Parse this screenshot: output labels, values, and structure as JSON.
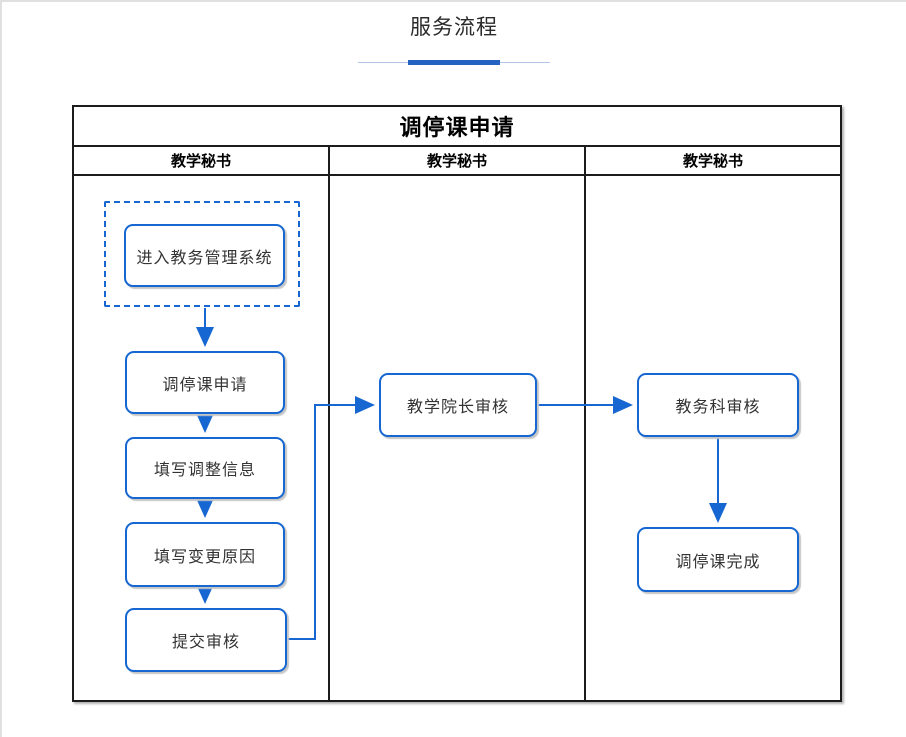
{
  "page": {
    "title": "服务流程"
  },
  "flowchart": {
    "title": "调停课申请",
    "lanes": [
      {
        "label": "教学秘书"
      },
      {
        "label": "教学秘书"
      },
      {
        "label": "教学秘书"
      }
    ],
    "nodes": [
      {
        "id": "enter-system",
        "label": "进入教务管理系统"
      },
      {
        "id": "apply",
        "label": "调停课申请"
      },
      {
        "id": "fill-adjust-info",
        "label": "填写调整信息"
      },
      {
        "id": "fill-change-reason",
        "label": "填写变更原因"
      },
      {
        "id": "submit-review",
        "label": "提交审核"
      },
      {
        "id": "dean-review",
        "label": "教学院长审核"
      },
      {
        "id": "academic-office-review",
        "label": "教务科审核"
      },
      {
        "id": "complete",
        "label": "调停课完成"
      }
    ],
    "edges": [
      {
        "from": "enter-system",
        "to": "apply"
      },
      {
        "from": "apply",
        "to": "fill-adjust-info"
      },
      {
        "from": "fill-adjust-info",
        "to": "fill-change-reason"
      },
      {
        "from": "fill-change-reason",
        "to": "submit-review"
      },
      {
        "from": "submit-review",
        "to": "dean-review"
      },
      {
        "from": "dean-review",
        "to": "academic-office-review"
      },
      {
        "from": "academic-office-review",
        "to": "complete"
      }
    ],
    "colors": {
      "node_border": "#1667d2",
      "connector": "#1667d2",
      "table_border": "#1c1c1c",
      "underline_accent": "#2463c2",
      "underline_track": "#b3c4e6"
    }
  }
}
